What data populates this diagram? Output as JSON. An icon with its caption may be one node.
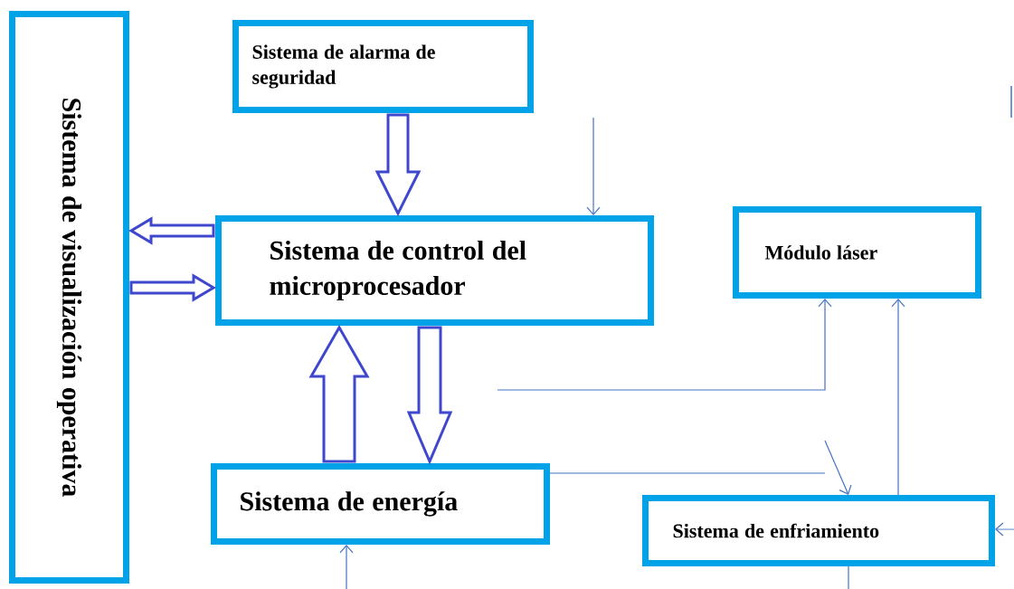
{
  "diagram": {
    "nodes": [
      {
        "text": [
          "Sistema de visualización operativa"
        ]
      },
      {
        "text": [
          "Sistema de alarma de seguridad"
        ]
      },
      {
        "text": [
          "Sistema de control del microprocesador"
        ]
      },
      {
        "text": [
          "Módulo láser"
        ]
      },
      {
        "text": [
          "Sistema de energía"
        ]
      },
      {
        "text": [
          "Sistema de enfriamiento"
        ]
      }
    ],
    "edges": [
      {
        "from": 1,
        "to": 2,
        "arrow": "to",
        "style": "thick",
        "color": "#3f48cc"
      },
      {
        "from": 2,
        "to": 0,
        "arrow": "to",
        "style": "thick",
        "color": "#3f48cc"
      },
      {
        "from": 0,
        "to": 2,
        "arrow": "to",
        "style": "thick",
        "color": "#3f48cc"
      },
      {
        "from": 4,
        "to": 2,
        "arrow": "to",
        "style": "thick",
        "color": "#3f48cc"
      },
      {
        "from": 2,
        "to": 4,
        "arrow": "to",
        "style": "thick",
        "color": "#3f48cc"
      },
      {
        "from": null,
        "to": 2,
        "arrow": "to"
      },
      {
        "from": null,
        "to": 3,
        "arrow": "to"
      },
      {
        "from": 4,
        "to": null,
        "arrow": "none"
      },
      {
        "from": null,
        "to": 5,
        "arrow": "to"
      },
      {
        "from": 5,
        "to": 3,
        "arrow": "to"
      },
      {
        "from": null,
        "to": 5,
        "arrow": "to"
      },
      {
        "from": null,
        "to": 4,
        "arrow": "to"
      },
      {
        "from": 5,
        "to": null,
        "arrow": "none"
      }
    ]
  }
}
